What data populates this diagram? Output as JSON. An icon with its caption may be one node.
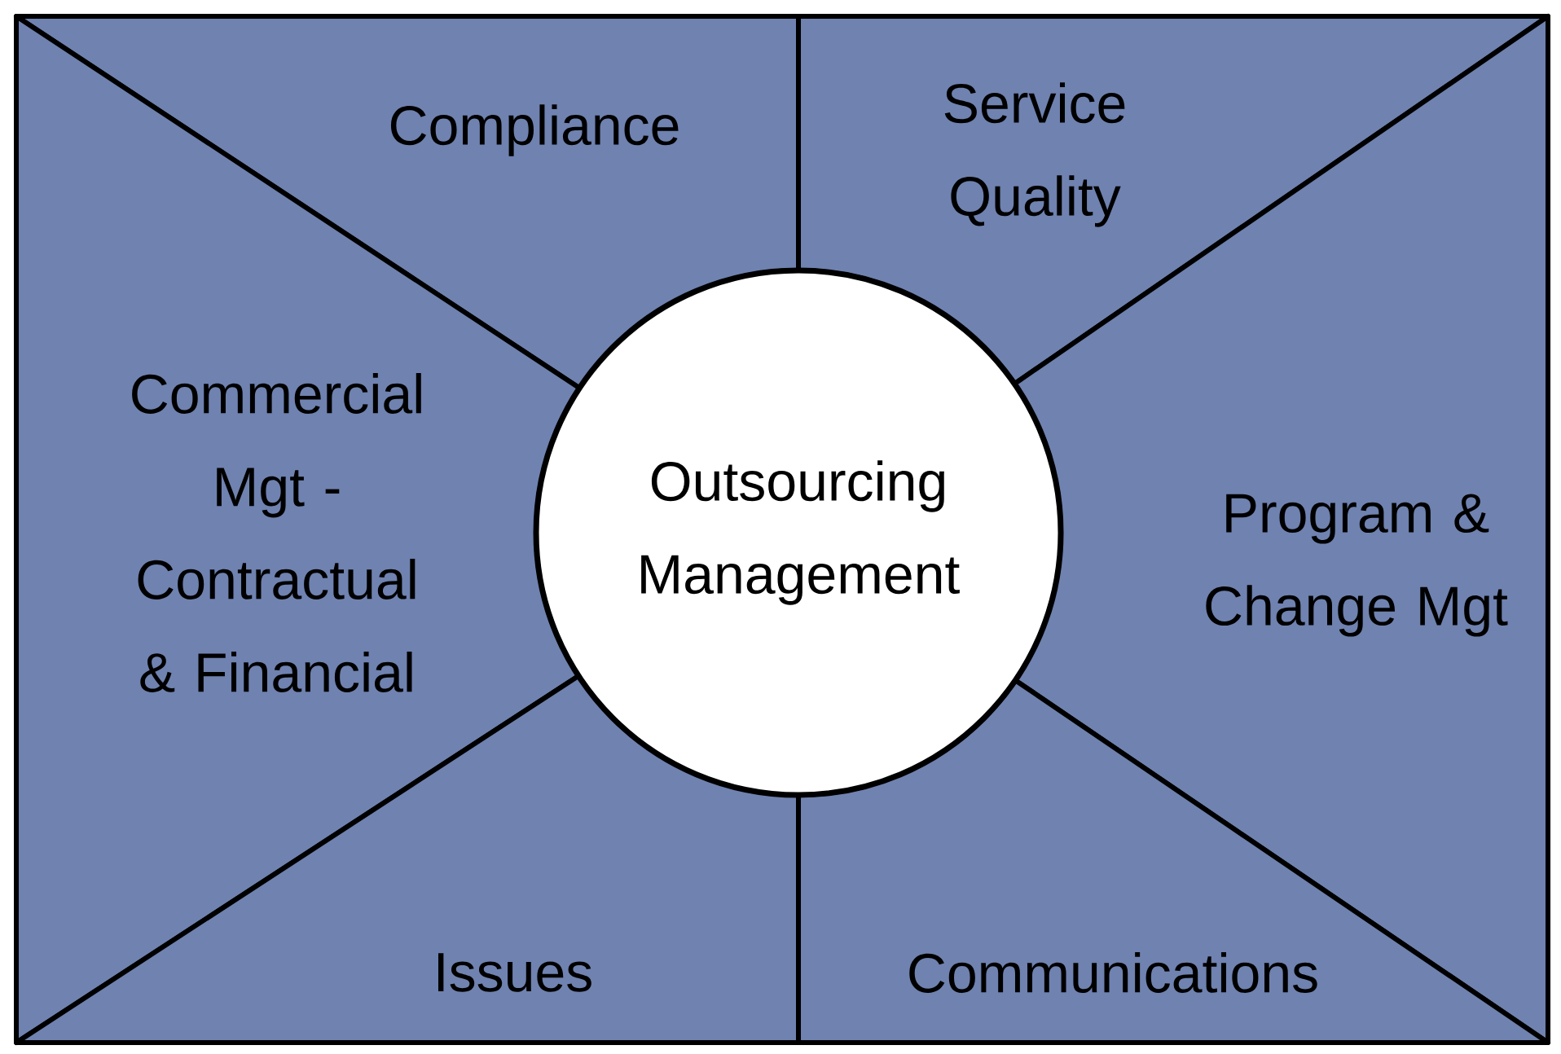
{
  "diagram": {
    "nodes": [
      {
        "text": [
          "Compliance"
        ]
      },
      {
        "text": [
          "Service Quality"
        ]
      },
      {
        "text": [
          "Commercial Mgt - Contractual & Financial"
        ]
      },
      {
        "text": [
          "Outsourcing Management"
        ]
      },
      {
        "text": [
          "Program & Change Mgt"
        ]
      },
      {
        "text": [
          "Issues"
        ]
      },
      {
        "text": [
          "Communications"
        ]
      }
    ]
  }
}
